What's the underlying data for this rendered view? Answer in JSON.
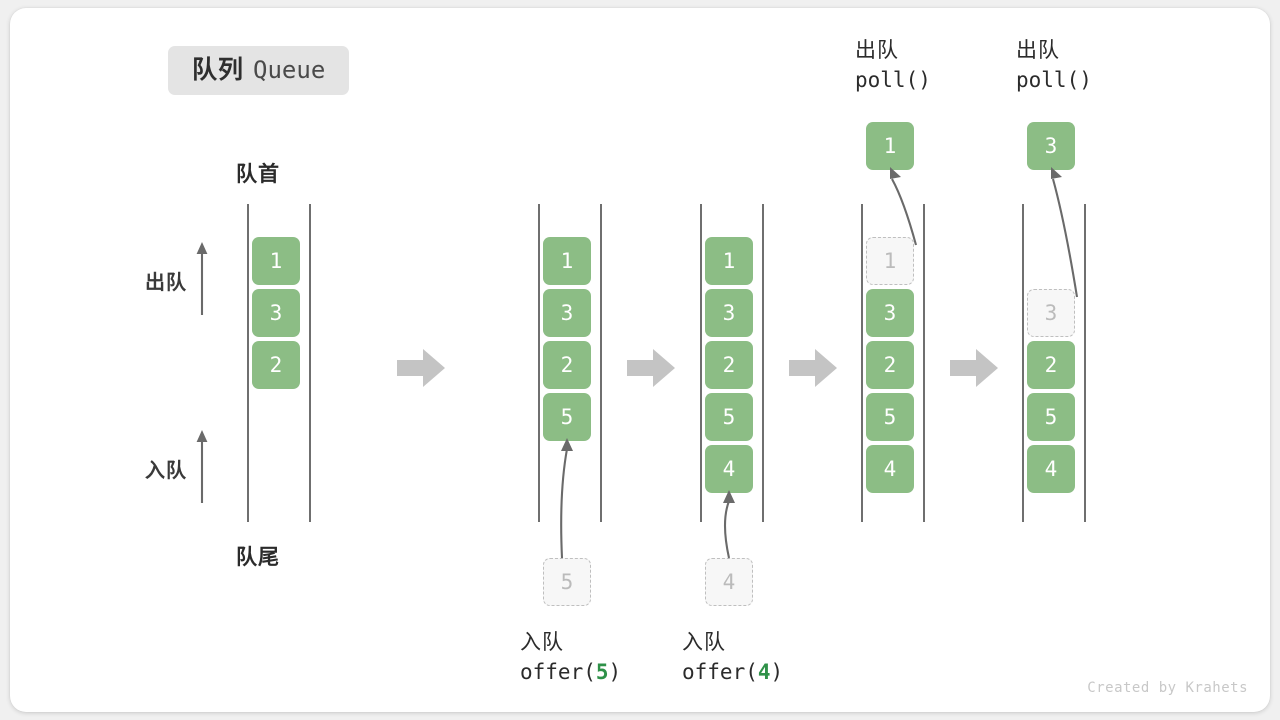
{
  "title": {
    "zh": "队列",
    "en": "Queue"
  },
  "captions": {
    "head": "队首",
    "tail": "队尾"
  },
  "direction": {
    "dequeue_label": "出队",
    "enqueue_label": "入队",
    "dequeue_icon": "arrow-up-icon",
    "enqueue_icon": "arrow-up-icon"
  },
  "colors": {
    "cell_fill": "#8cbd85",
    "cell_text": "#ffffff",
    "ghost_fill": "#f7f7f7",
    "ghost_border": "#bfbfbf",
    "ghost_text": "#bbbbbb",
    "rail": "#6f6f6f",
    "step_arrow": "#c4c4c4",
    "accent_code": "#2e9148",
    "badge_bg": "#e4e4e4",
    "card_bg": "#ffffff",
    "page_bg": "#f0f0f0"
  },
  "columns": [
    {
      "id": "state-initial",
      "slots": [
        "1",
        "3",
        "2",
        "",
        "",
        ""
      ],
      "slot_kinds": [
        "filled",
        "filled",
        "filled",
        "empty",
        "empty",
        "empty"
      ]
    },
    {
      "id": "state-after-offer-5",
      "slots": [
        "1",
        "3",
        "2",
        "5",
        "",
        ""
      ],
      "slot_kinds": [
        "filled",
        "filled",
        "filled",
        "filled",
        "empty",
        "empty"
      ],
      "operand": {
        "value": "5",
        "kind": "ghost",
        "position": "below"
      },
      "caption": {
        "zh": "入队",
        "code_prefix": "offer(",
        "arg": "5",
        "code_suffix": ")"
      }
    },
    {
      "id": "state-after-offer-4",
      "slots": [
        "1",
        "3",
        "2",
        "5",
        "4",
        ""
      ],
      "slot_kinds": [
        "filled",
        "filled",
        "filled",
        "filled",
        "filled",
        "empty"
      ],
      "operand": {
        "value": "4",
        "kind": "ghost",
        "position": "below"
      },
      "caption": {
        "zh": "入队",
        "code_prefix": "offer(",
        "arg": "4",
        "code_suffix": ")"
      }
    },
    {
      "id": "state-poll-1",
      "slots": [
        "1",
        "3",
        "2",
        "5",
        "4",
        ""
      ],
      "slot_kinds": [
        "ghost",
        "filled",
        "filled",
        "filled",
        "filled",
        "empty"
      ],
      "operand": {
        "value": "1",
        "kind": "filled",
        "position": "above"
      },
      "caption": {
        "zh": "出队",
        "code_prefix": "poll(",
        "arg": "",
        "code_suffix": ")"
      }
    },
    {
      "id": "state-poll-3",
      "slots": [
        "",
        "3",
        "2",
        "5",
        "4",
        ""
      ],
      "slot_kinds": [
        "empty",
        "ghost",
        "filled",
        "filled",
        "filled",
        "empty"
      ],
      "operand": {
        "value": "3",
        "kind": "filled",
        "position": "above"
      },
      "caption": {
        "zh": "出队",
        "code_prefix": "poll(",
        "arg": "",
        "code_suffix": ")"
      }
    }
  ],
  "step_arrow_count": 4,
  "credit": "Created by Krahets"
}
